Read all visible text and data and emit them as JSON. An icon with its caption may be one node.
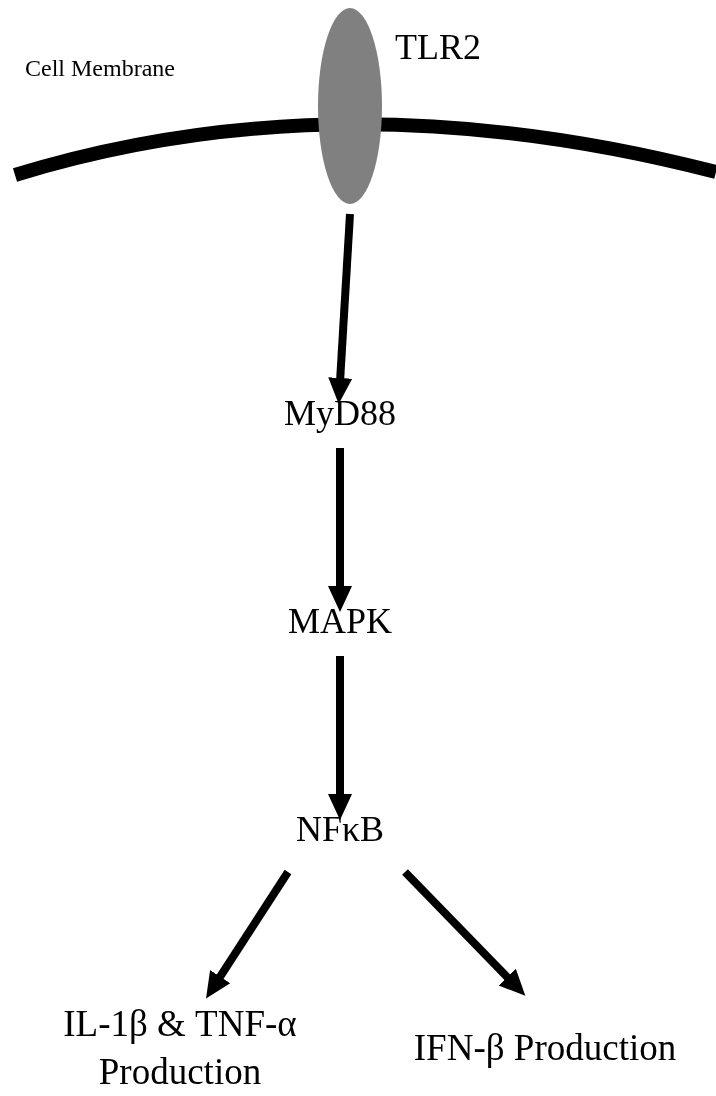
{
  "diagram": {
    "nodes": [
      {
        "text": [],
        "shape": "ellipse",
        "beside": [
          "TLR2"
        ]
      },
      {
        "text": [
          "MyD88"
        ]
      },
      {
        "text": [
          "MAPK"
        ]
      },
      {
        "text": [
          "NFκB"
        ]
      },
      {
        "text": [
          "IL-1β & TNF-α Production"
        ]
      },
      {
        "text": [
          "IFN-β Production"
        ]
      }
    ],
    "edges": [
      {
        "from": 0,
        "to": 1,
        "arrow": "to"
      },
      {
        "from": 1,
        "to": 2,
        "arrow": "to"
      },
      {
        "from": 2,
        "to": 3,
        "arrow": "to"
      },
      {
        "from": 3,
        "to": 4,
        "arrow": "to"
      },
      {
        "from": 3,
        "to": 5,
        "arrow": "to"
      }
    ],
    "labels": [
      "Cell Membrane"
    ]
  }
}
